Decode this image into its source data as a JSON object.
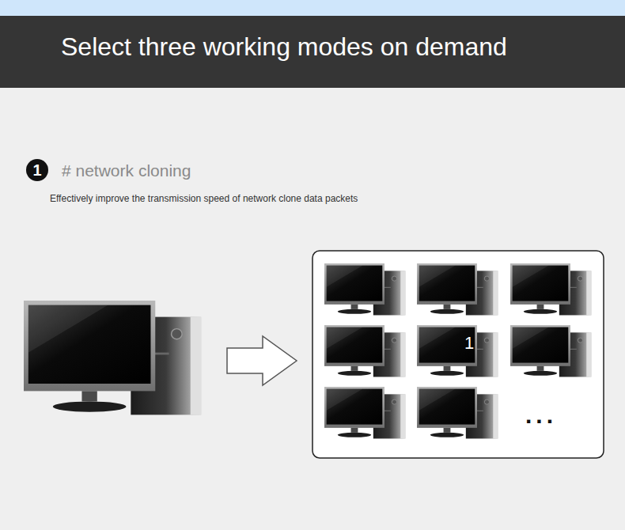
{
  "diagram": {
    "title": "Select three working modes on demand",
    "labels": [
      "1",
      "# network cloning",
      "Effectively improve the transmission speed of network clone data packets",
      "1",
      "..."
    ]
  }
}
